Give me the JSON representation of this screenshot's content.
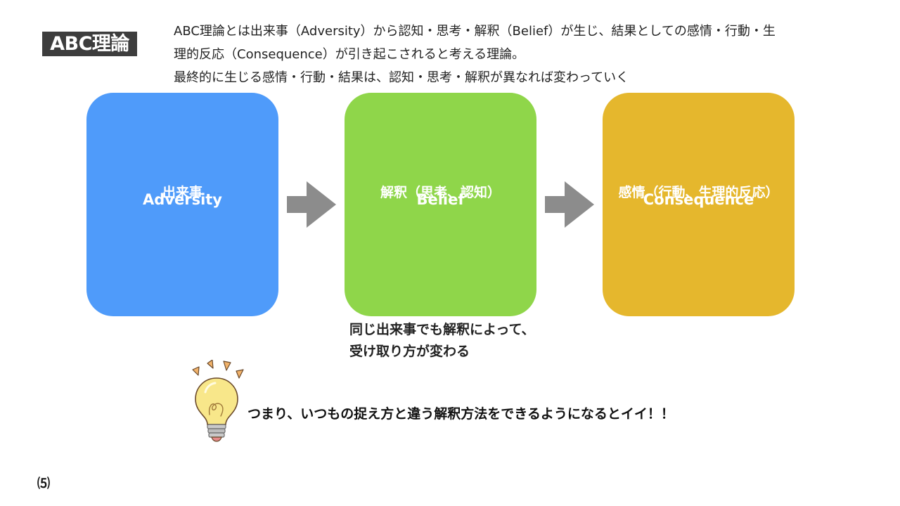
{
  "title": "ABC理論",
  "description": [
    "ABC理論とは出来事（Adversity）から認知・思考・解釈（Belief）が生じ、結果としての感情・行動・生",
    "理的反応（Consequence）が引き起こされると考える理論。",
    "最終的に生じる感情・行動・結果は、認知・思考・解釈が異なれば変わっていく"
  ],
  "boxes": [
    {
      "jp": "出来事",
      "en": "Adversity",
      "color": "#4f9bfa"
    },
    {
      "jp": "解釈（思考、認知）",
      "en": "Belief",
      "color": "#8fd64a"
    },
    {
      "jp": "感情（行動、生理的反応）",
      "en": "Consequence",
      "color": "#e5b72d"
    }
  ],
  "arrow_color": "#8c8c8c",
  "belief_note": [
    "同じ出来事でも解釈によって、",
    "受け取り方が変わる"
  ],
  "conclusion_icon": "lightbulb-icon",
  "conclusion": "つまり、いつもの捉え方と違う解釈方法をできるようになるとイイ！！",
  "page_number": "⑸"
}
